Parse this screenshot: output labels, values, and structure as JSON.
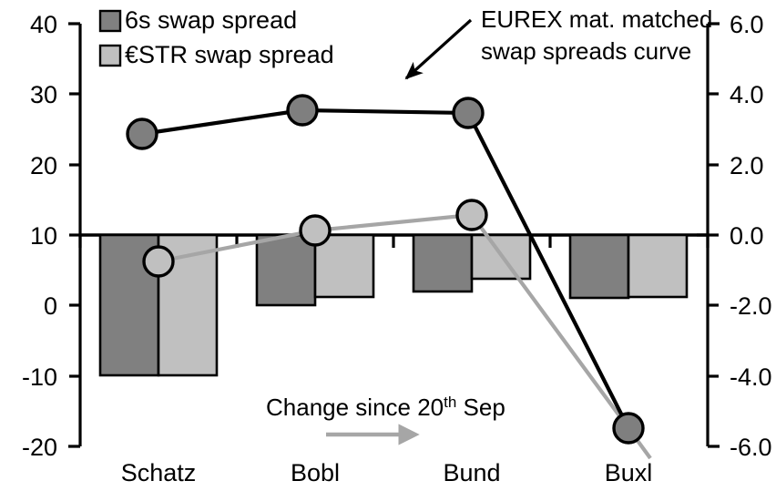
{
  "chart_data": {
    "type": "bar",
    "title": "",
    "xlabel": "",
    "categories": [
      "Schatz",
      "Bobl",
      "Bund",
      "Buxl"
    ],
    "grid": false,
    "legend_position": "top-left",
    "left_axis": {
      "label": "",
      "ylim": [
        -20,
        40
      ],
      "ticks": [
        40,
        30,
        20,
        10,
        0,
        -10,
        -20
      ],
      "tick_labels": [
        "40",
        "30",
        "20",
        "10",
        "0",
        "-10",
        "-20"
      ]
    },
    "right_axis": {
      "label": "",
      "ylim": [
        -6.0,
        6.0
      ],
      "ticks": [
        6.0,
        4.0,
        2.0,
        0.0,
        -2.0,
        -4.0,
        -6.0
      ],
      "tick_labels": [
        "6.0",
        "4.0",
        "2.0",
        "0.0",
        "-2.0",
        "-4.0",
        "-6.0"
      ]
    },
    "series": [
      {
        "name": "6s swap spread",
        "type": "bar",
        "axis": "right",
        "color": "#808080",
        "values": [
          -4.0,
          -2.0,
          -1.6,
          -1.8
        ]
      },
      {
        "name": "€STR swap spread",
        "type": "bar",
        "axis": "right",
        "color": "#c0c0c0",
        "values": [
          -4.0,
          -1.75,
          -1.25,
          -1.75
        ]
      },
      {
        "name": "EUREX mat. matched swap spreads curve",
        "type": "line",
        "axis": "left",
        "color": "#000000",
        "values": [
          24.5,
          28.0,
          27.3,
          -18.0
        ]
      },
      {
        "name": "Change since 20th Sep",
        "type": "line",
        "axis": "right",
        "color": "#a6a6a6",
        "values": [
          -0.75,
          0.1,
          0.45,
          -6.0
        ]
      }
    ],
    "annotations": [
      {
        "id": "curve-callout",
        "text_line_1": "EUREX mat. matched",
        "text_line_2": "swap spreads curve",
        "arrow": "down-left"
      },
      {
        "id": "change-callout",
        "text": "Change since 20",
        "superscript": "th",
        "text_suffix": " Sep",
        "arrow": "right"
      }
    ]
  },
  "legend": {
    "items": [
      {
        "label": "6s swap spread",
        "color": "#808080"
      },
      {
        "label": "€STR swap spread",
        "color": "#c0c0c0"
      }
    ]
  }
}
